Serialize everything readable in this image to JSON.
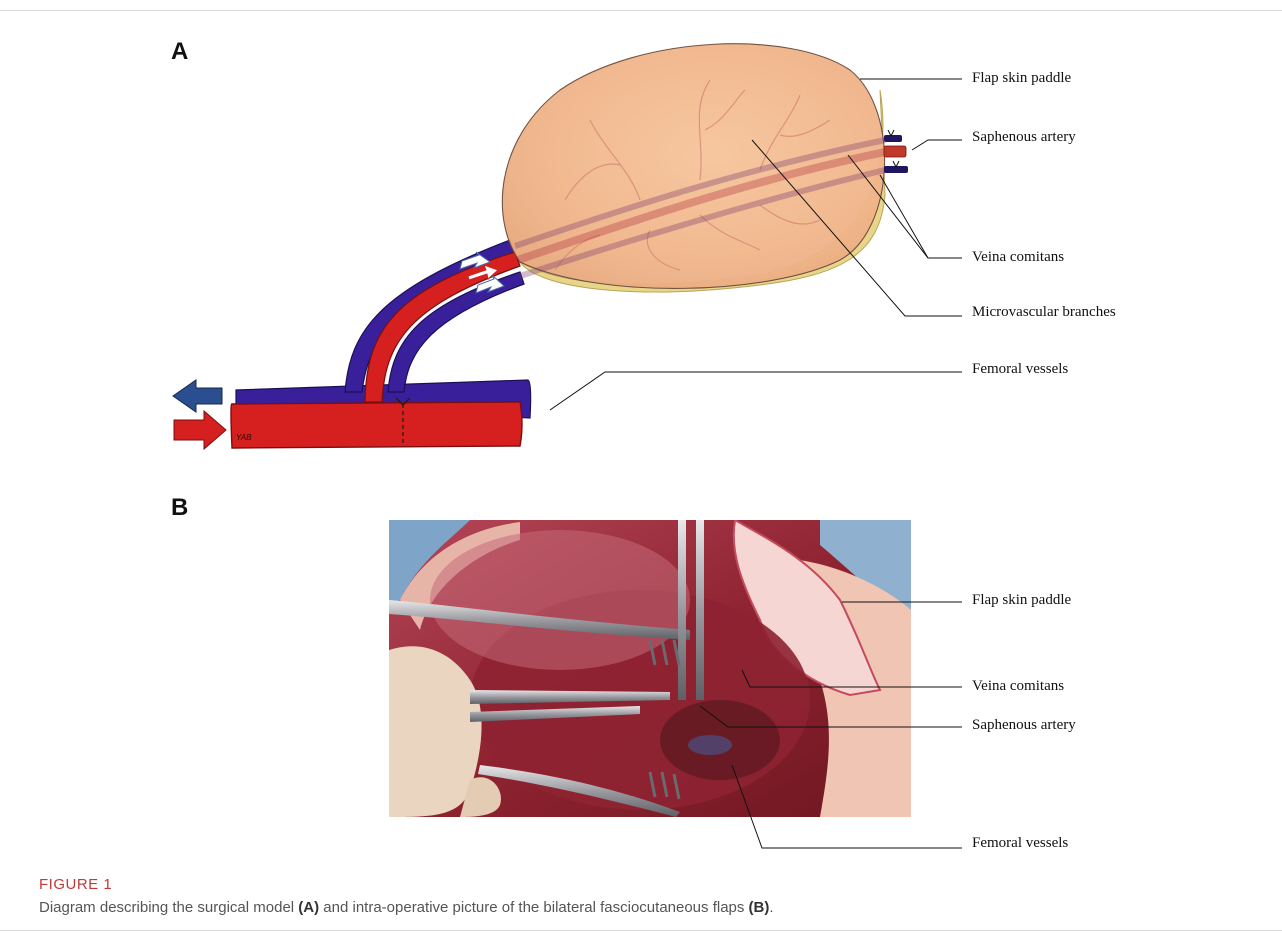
{
  "panels": {
    "a": {
      "letter": "A",
      "labels": {
        "flap_skin_paddle": "Flap skin paddle",
        "saphenous_artery": "Saphenous artery",
        "veina_comitans": "Veina comitans",
        "microvascular_branches": "Microvascular branches",
        "femoral_vessels": "Femoral vessels"
      },
      "artist_signature": "YAB"
    },
    "b": {
      "letter": "B",
      "labels": {
        "flap_skin_paddle": "Flap skin paddle",
        "veina_comitans": "Veina comitans",
        "saphenous_artery": "Saphenous artery",
        "femoral_vessels": "Femoral vessels"
      }
    }
  },
  "caption": {
    "title": "FIGURE 1",
    "text_1": "Diagram describing the surgical model ",
    "bold_1": "(A)",
    "text_2": " and intra-operative picture of the bilateral fasciocutaneous flaps ",
    "bold_2": "(B)",
    "text_3": "."
  },
  "colors": {
    "artery": "#d62020",
    "vein": "#3a1f9a",
    "flap_skin": "#f2b990",
    "fat_layer": "#e8d58a",
    "caption_title": "#c0393b"
  }
}
